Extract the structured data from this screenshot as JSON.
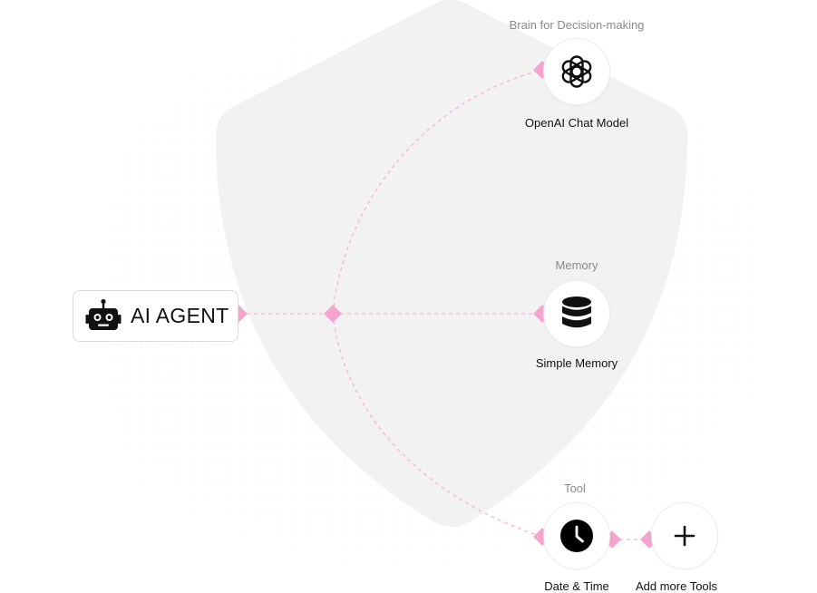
{
  "colors": {
    "shield": "#f2f2f3",
    "connector": "#f5a3cf",
    "connector_line": "#f7bcd9",
    "node_border": "#ececec",
    "icon": "#000000"
  },
  "agent": {
    "label": "AI AGENT",
    "icon": "robot-icon"
  },
  "nodes": {
    "chat_model": {
      "section": "Brain for Decision-making",
      "label": "OpenAI Chat Model",
      "icon": "openai-logo-icon"
    },
    "memory": {
      "section": "Memory",
      "label": "Simple Memory",
      "icon": "database-icon"
    },
    "tool": {
      "section": "Tool",
      "label": "Date & Time",
      "icon": "clock-icon"
    },
    "add_tool": {
      "label": "Add more Tools",
      "icon": "plus-icon"
    }
  }
}
